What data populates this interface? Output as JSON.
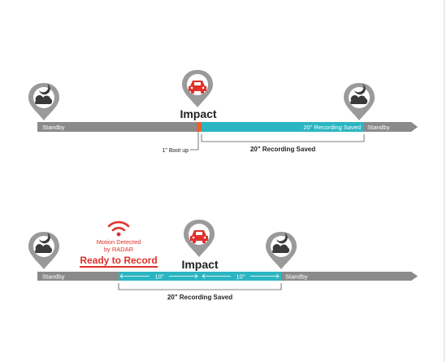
{
  "colors": {
    "standby_gray": "#8a8a8a",
    "recording_teal": "#2bb5c2",
    "impact_orange": "#e8612c",
    "radar_red": "#e0312a",
    "pin_gray": "#9a9a9a",
    "text_dark": "#222222"
  },
  "scenario1": {
    "impact_label": "Impact",
    "standby_left": "Standby",
    "standby_right": "Standby",
    "bar_saved_label": "20\" Recording Saved",
    "boot_label": "1\" Boot up",
    "bracket_label": "20\" Recording Saved",
    "icons": [
      "parked-night-icon",
      "car-icon",
      "parked-night-icon"
    ]
  },
  "scenario2": {
    "impact_label": "Impact",
    "standby_left": "Standby",
    "standby_right": "Standby",
    "seg1_label": "10\"",
    "seg2_label": "10\"",
    "bracket_label": "20\" Recording Saved",
    "radar_line1": "Motion Detected",
    "radar_line2": "by RADAR",
    "ready_label": "Ready to Record",
    "icons": [
      "parked-night-icon",
      "wifi-signal-icon",
      "car-icon",
      "parked-night-icon"
    ]
  }
}
